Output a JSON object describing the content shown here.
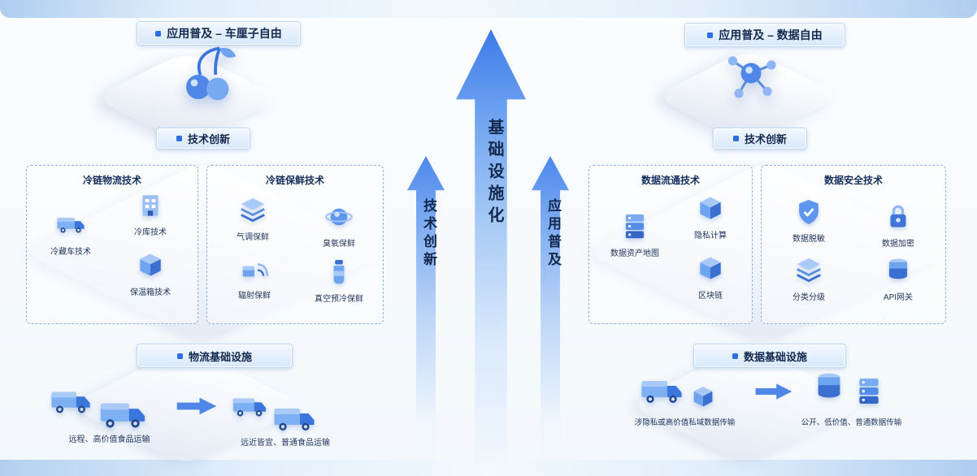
{
  "left": {
    "top_badge": "应用普及 – 车厘子自由",
    "tech_badge": "技术创新",
    "box1": {
      "title": "冷链物流技术",
      "items": [
        {
          "label": "冷藏车技术",
          "icon": "refrigerated-truck-icon"
        },
        {
          "label": "冷库技术",
          "icon": "cold-warehouse-icon"
        },
        {
          "label": "保温箱技术",
          "icon": "insulated-box-icon"
        }
      ]
    },
    "box2": {
      "title": "冷链保鲜技术",
      "items": [
        {
          "label": "气调保鲜",
          "icon": "atmosphere-layers-icon"
        },
        {
          "label": "臭氧保鲜",
          "icon": "ozone-globe-icon"
        },
        {
          "label": "辐射保鲜",
          "icon": "radiation-icon"
        },
        {
          "label": "真空预冷保鲜",
          "icon": "vacuum-flask-icon"
        }
      ]
    },
    "infra_badge": "物流基础设施",
    "flow_from": "远程、高价值食品运输",
    "flow_to": "远近皆宜、普通食品运输"
  },
  "center": {
    "left_arrow": "技术创新",
    "center_arrow": "基础设施化",
    "right_arrow": "应用普及"
  },
  "right": {
    "top_badge": "应用普及 – 数据自由",
    "tech_badge": "技术创新",
    "box1": {
      "title": "数据流通技术",
      "items": [
        {
          "label": "数据资产地图",
          "icon": "data-server-icon"
        },
        {
          "label": "隐私计算",
          "icon": "privacy-compute-cube-icon"
        },
        {
          "label": "区块链",
          "icon": "blockchain-cube-icon"
        }
      ]
    },
    "box2": {
      "title": "数据安全技术",
      "items": [
        {
          "label": "数据脱敏",
          "icon": "shield-icon"
        },
        {
          "label": "数据加密",
          "icon": "lock-icon"
        },
        {
          "label": "分类分级",
          "icon": "classification-layers-icon"
        },
        {
          "label": "API网关",
          "icon": "api-gateway-stack-icon"
        }
      ]
    },
    "infra_badge": "数据基础设施",
    "flow_from": "涉隐私或高价值私域数据传输",
    "flow_to": "公开、低价值、普通数据传输"
  },
  "colors": {
    "accent_blue": "#2f6fe0",
    "arrow_gradient_top": "#3c7ae9",
    "dashed_border": "#8db2e6",
    "badge_bg": "#d8e8fa",
    "text_dark": "#16294e"
  }
}
